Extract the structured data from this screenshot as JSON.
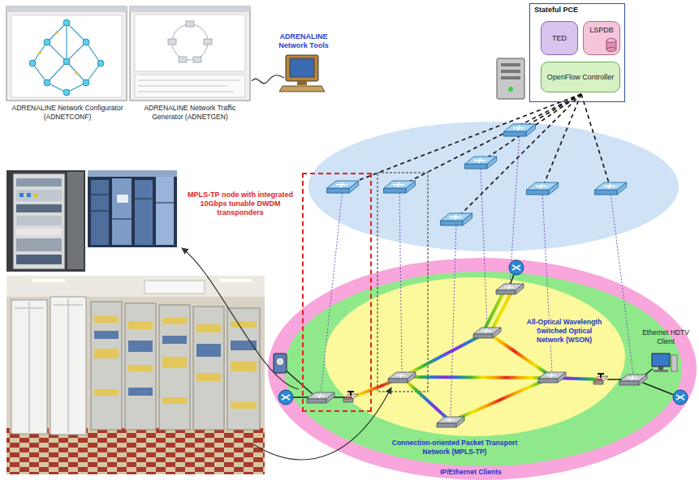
{
  "diagram": {
    "nodes": [
      {
        "text": [
          "Stateful PCE"
        ]
      },
      {
        "text": [
          "TED"
        ],
        "in": 0
      },
      {
        "text": [
          "LSPDB"
        ],
        "in": 0
      },
      {
        "text": [
          "OpenFlow Controller"
        ],
        "in": 0
      },
      {
        "text": [
          "MPLS-TP node with integrated 10Gbps tunable DWDM transponders"
        ]
      },
      {
        "text": [
          "IP/Ethernet Clients"
        ]
      },
      {
        "text": [
          "Connection-oriented Packet Transport Network (MPLS-TP)"
        ],
        "in": 5
      },
      {
        "text": [
          "All-Optical Wavelength Switched Optical Network (WSON)"
        ],
        "in": 6
      }
    ],
    "labels": [
      "ADRENALINE Network Configurator (ADNETCONF)",
      "ADRENALINE Network Traffic Generator (ADNETGEN)",
      "ADRENALINE Network Tools",
      "Ethernet HDTV Client"
    ]
  }
}
